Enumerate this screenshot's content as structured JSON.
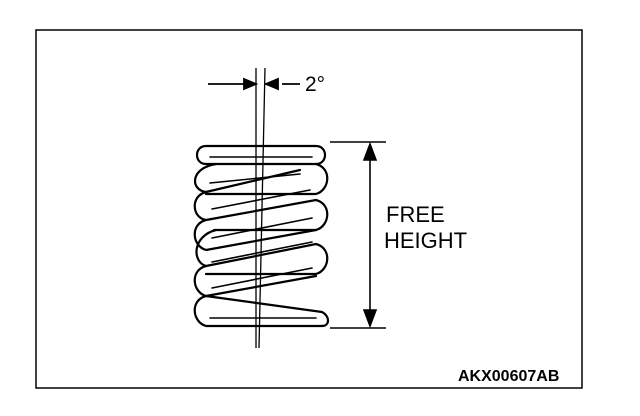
{
  "figure": {
    "angle_label": "2°",
    "height_label_line1": "FREE",
    "height_label_line2": "HEIGHT",
    "figure_code": "AKX00607AB"
  },
  "colors": {
    "ink": "#000000",
    "background": "#ffffff"
  },
  "icons": [
    "coil-spring-drawing",
    "dimension-arrow",
    "angle-arrow"
  ]
}
